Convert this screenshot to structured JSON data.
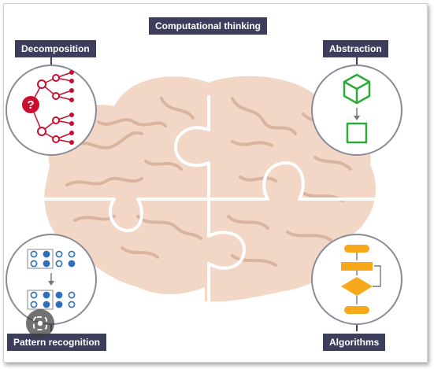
{
  "title": "Computational thinking",
  "labels": {
    "decomposition": "Decomposition",
    "abstraction": "Abstraction",
    "pattern_recognition": "Pattern recognition",
    "algorithms": "Algorithms"
  },
  "decomposition_symbol": "?",
  "icons": [
    "brain-puzzle-icon",
    "tree-icon",
    "cube-icon",
    "dots-grid-icon",
    "flowchart-icon",
    "lens-search-icon"
  ],
  "colors": {
    "label_bg": "#3d3e5c",
    "brain": "#f2d7c6",
    "vein": "#d9b59f",
    "red": "#c8102e",
    "green": "#2ea836",
    "blue": "#2f6fc0",
    "orange": "#f7a81b"
  }
}
